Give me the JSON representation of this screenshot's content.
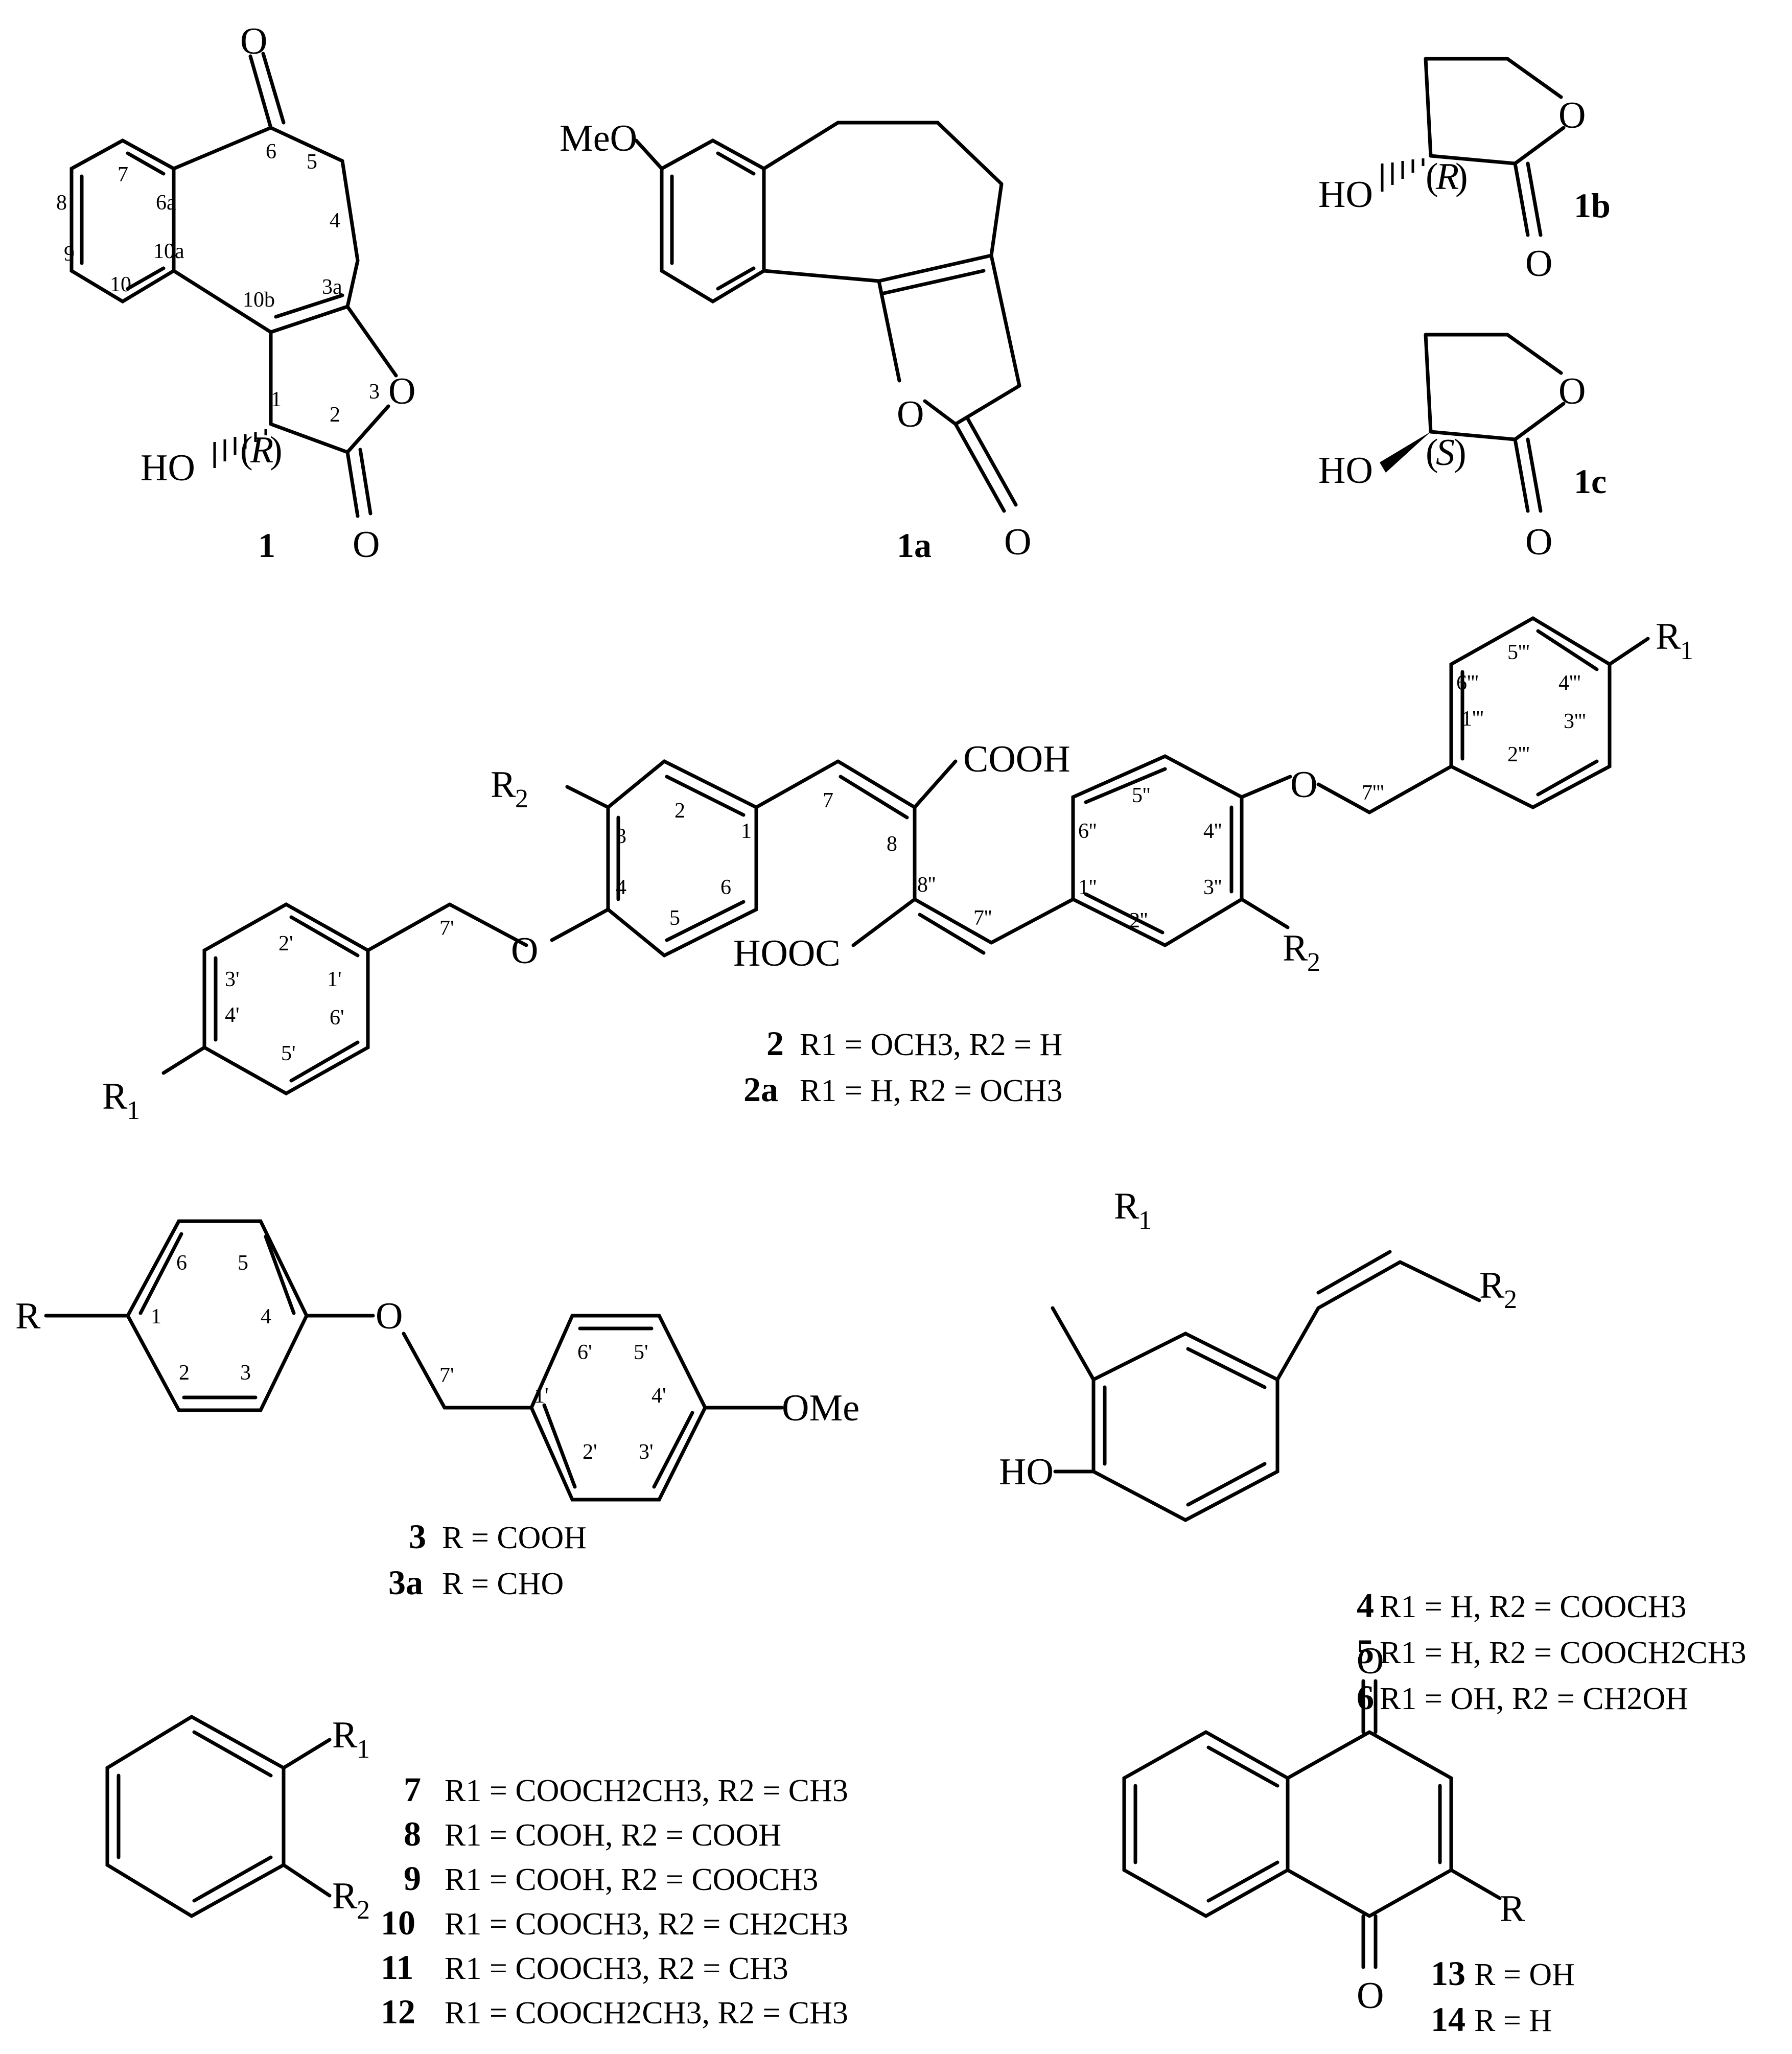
{
  "compounds": {
    "c1": {
      "label": "1",
      "atoms": {
        "O_keto": "O",
        "O_ring": "O",
        "O_carb": "O",
        "HO": "HO",
        "R": "R"
      },
      "numbers": [
        "6",
        "5",
        "4",
        "7",
        "6a",
        "8",
        "9",
        "10a",
        "10",
        "10b",
        "3a",
        "3",
        "1",
        "2"
      ]
    },
    "c1a": {
      "label": "1a",
      "atoms": {
        "MeO": "MeO",
        "O_ring": "O",
        "O_carb": "O"
      }
    },
    "c1b": {
      "label": "1b",
      "atoms": {
        "O_ring": "O",
        "HO": "HO",
        "R": "R",
        "O_carb": "O"
      }
    },
    "c1c": {
      "label": "1c",
      "atoms": {
        "O_ring": "O",
        "HO": "HO",
        "S": "S",
        "O_carb": "O"
      }
    },
    "c2": {
      "atoms": {
        "R2_left": "R",
        "R2_left_sub": "2",
        "COOH": "COOH",
        "HOOC": "HOOC",
        "O_left": "O",
        "O_right": "O",
        "R1_left": "R",
        "R1_left_sub": "1",
        "R1_right": "R",
        "R1_right_sub": "1",
        "R2_right": "R",
        "R2_right_sub": "2"
      },
      "numbers": [
        "2",
        "1",
        "3",
        "4",
        "5",
        "6",
        "7",
        "8",
        "8''",
        "7''",
        "5''",
        "6''",
        "4''",
        "3''",
        "1''",
        "2''",
        "7'",
        "2'",
        "1'",
        "3'",
        "4'",
        "6'",
        "5'",
        "7'''",
        "5'''",
        "6'''",
        "4'''",
        "3'''",
        "1'''",
        "2'''"
      ],
      "variants": [
        {
          "label": "2",
          "text": "R1 = OCH3, R2 = H"
        },
        {
          "label": "2a",
          "text": "R1 = H, R2 = OCH3"
        }
      ]
    },
    "c3": {
      "atoms": {
        "R": "R",
        "O": "O",
        "OMe": "OMe"
      },
      "numbers": [
        "6",
        "5",
        "1",
        "4",
        "2",
        "3",
        "7'",
        "6'",
        "5'",
        "1'",
        "4'",
        "2'",
        "3'"
      ],
      "variants": [
        {
          "label": "3",
          "text": "R = COOH"
        },
        {
          "label": "3a",
          "text": "R = CHO"
        }
      ]
    },
    "c4": {
      "atoms": {
        "R1": "R",
        "R1_sub": "1",
        "R2": "R",
        "R2_sub": "2",
        "HO": "HO"
      },
      "variants": [
        {
          "label": "4",
          "text": "R1 = H, R2 = COOCH3"
        },
        {
          "label": "5",
          "text": "R1 = H, R2 = COOCH2CH3"
        },
        {
          "label": "6",
          "text": "R1 = OH, R2 = CH2OH"
        }
      ]
    },
    "c7": {
      "atoms": {
        "R1": "R",
        "R1_sub": "1",
        "R2": "R",
        "R2_sub": "2"
      },
      "variants": [
        {
          "label": "7",
          "text": "R1 = COOCH2CH3, R2 = CH3"
        },
        {
          "label": "8",
          "text": "R1 = COOH, R2 = COOH"
        },
        {
          "label": "9",
          "text": "R1 = COOH, R2 = COOCH3"
        },
        {
          "label": "10",
          "text": "R1 = COOCH3, R2 = CH2CH3"
        },
        {
          "label": "11",
          "text": "R1 = COOCH3, R2 = CH3"
        },
        {
          "label": "12",
          "text": "R1 = COOCH2CH3, R2 = CH3"
        }
      ]
    },
    "c13": {
      "atoms": {
        "O_top": "O",
        "O_bot": "O",
        "R": "R"
      },
      "variants": [
        {
          "label": "13",
          "text": "R = OH"
        },
        {
          "label": "14",
          "text": "R = H"
        }
      ]
    }
  }
}
